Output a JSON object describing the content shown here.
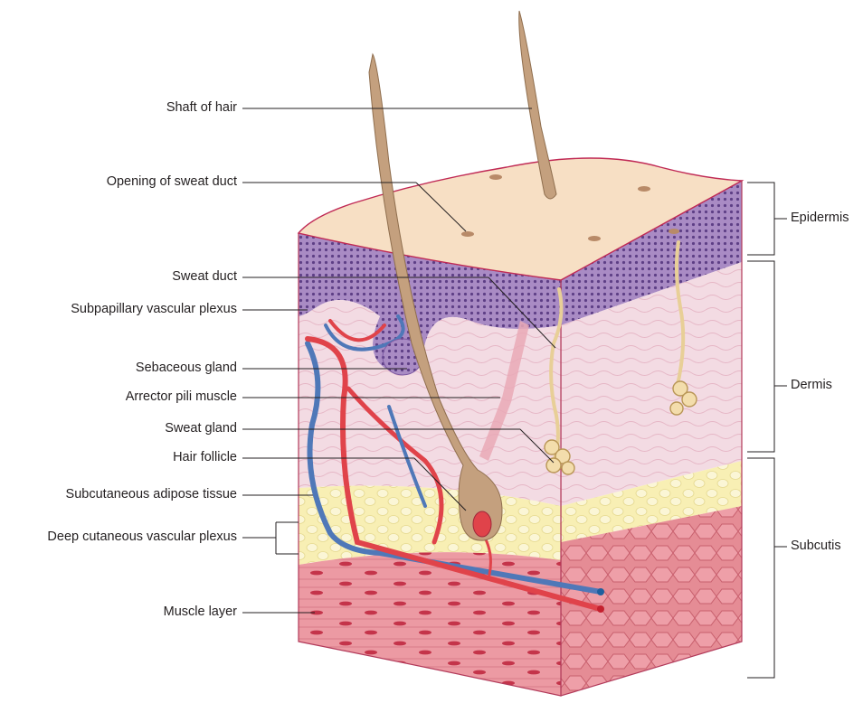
{
  "labels_left": [
    "Shaft of hair",
    "Opening of sweat duct",
    "Sweat duct",
    "Subpapillary vascular plexus",
    "Sebaceous gland",
    "Arrector pili muscle",
    "Sweat gland",
    "Hair follicle",
    "Subcutaneous adipose tissue",
    "Deep cutaneous vascular plexus",
    "Muscle layer"
  ],
  "labels_right": [
    "Epidermis",
    "Dermis",
    "Subcutis"
  ],
  "colors": {
    "surface": "#f7dfc4",
    "epidermis": "#a98bc4",
    "dermis": "#f3dbe3",
    "adipose": "#f8efb4",
    "muscle": "#e6959c",
    "artery": "#e0434a",
    "vein": "#4f78b8",
    "hair": "#c4a07e",
    "sweat_duct": "#e8cf97"
  }
}
